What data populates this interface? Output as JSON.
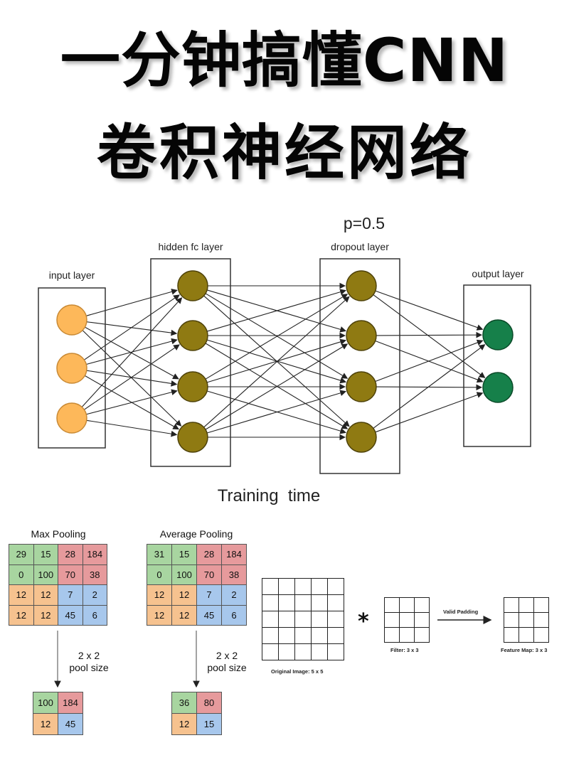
{
  "title": {
    "line1": "一分钟搞懂CNN",
    "line2": "卷积神经网络"
  },
  "dropout_diagram": {
    "dropout_probability": "p=0.5",
    "input_layer_label": "input layer",
    "hidden_layer_label": "hidden fc layer",
    "dropout_layer_label": "dropout layer",
    "output_layer_label": "output layer",
    "caption": "Training  time",
    "colors": {
      "input_node": "#fdb85a",
      "hidden_node": "#8f7a12",
      "output_node": "#16804a"
    }
  },
  "max_pooling": {
    "title": "Max Pooling",
    "input": [
      [
        "29",
        "15",
        "28",
        "184"
      ],
      [
        "0",
        "100",
        "70",
        "38"
      ],
      [
        "12",
        "12",
        "7",
        "2"
      ],
      [
        "12",
        "12",
        "45",
        "6"
      ]
    ],
    "pool_size_line1": "2 x 2",
    "pool_size_line2": "pool size",
    "output": [
      [
        "100",
        "184"
      ],
      [
        "12",
        "45"
      ]
    ]
  },
  "average_pooling": {
    "title": "Average Pooling",
    "input": [
      [
        "31",
        "15",
        "28",
        "184"
      ],
      [
        "0",
        "100",
        "70",
        "38"
      ],
      [
        "12",
        "12",
        "7",
        "2"
      ],
      [
        "12",
        "12",
        "45",
        "6"
      ]
    ],
    "pool_size_line1": "2 x 2",
    "pool_size_line2": "pool size",
    "output": [
      [
        "36",
        "80"
      ],
      [
        "12",
        "15"
      ]
    ]
  },
  "convolution": {
    "original_caption": "Original Image: 5 x 5",
    "operator": "*",
    "filter_caption": "Filter: 3 x 3",
    "arrow_label": "Valid Padding",
    "feature_map_caption": "Feature Map: 3 x 3"
  },
  "quadrant_colors": {
    "top_left": "#a8d5a0",
    "top_right": "#e69a9c",
    "bottom_left": "#f6c28f",
    "bottom_right": "#a7c7ec"
  }
}
